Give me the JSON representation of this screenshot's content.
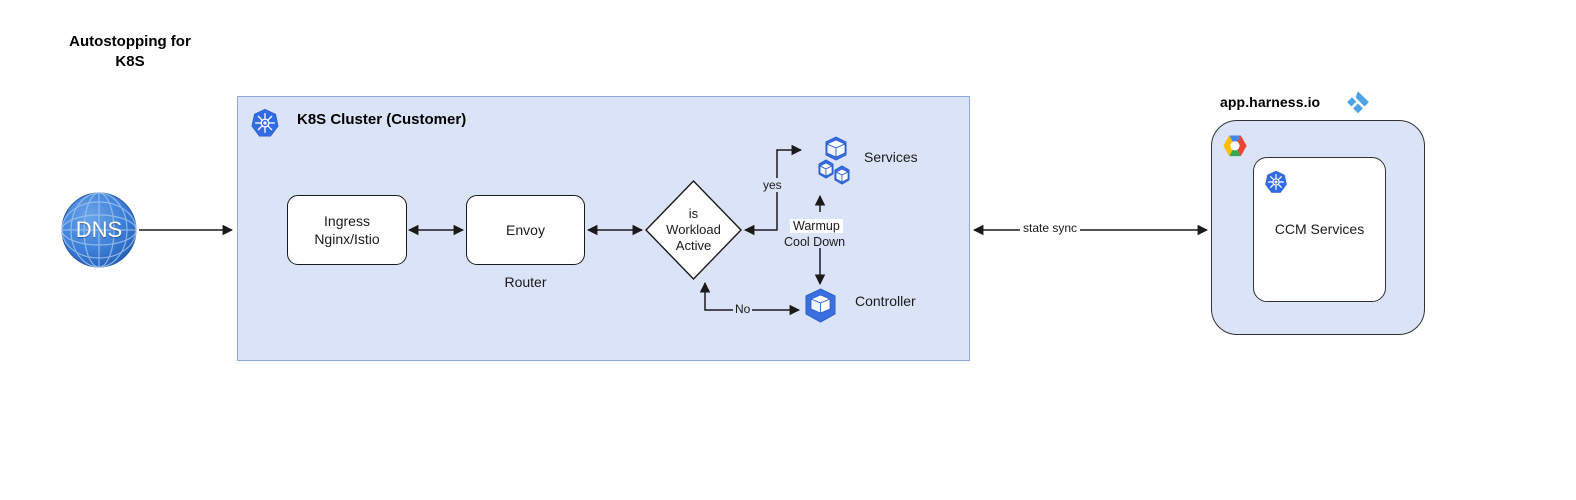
{
  "title": "Autostopping for\nK8S",
  "cluster": {
    "label": "K8S Cluster (Customer)",
    "icon": "kubernetes-icon",
    "nodes": {
      "ingress": "Ingress\nNginx/Istio",
      "envoy": "Envoy",
      "router_caption": "Router",
      "decision": "is\nWorkload\nActive",
      "services": "Services",
      "controller": "Controller"
    },
    "edge_labels": {
      "yes": "yes",
      "no": "No",
      "warmup": "Warmup",
      "cooldown": "Cool Down"
    }
  },
  "dns": {
    "label": "DNS",
    "icon": "globe-icon"
  },
  "harness": {
    "label": "app.harness.io",
    "logo": "harness-diamond-logo",
    "cloud_icon": "gcp-hexagon-icon",
    "inner": {
      "icon": "kubernetes-icon",
      "label": "CCM Services"
    }
  },
  "links": {
    "state_sync": "state sync"
  },
  "colors": {
    "cluster_fill": "#dae3f7",
    "cluster_stroke": "#8fa8d8",
    "box_fill": "#ffffff",
    "box_stroke": "#1a1a1a",
    "k8s_blue": "#326ce5",
    "pod_blue": "#3a6fe0",
    "harness_blue": "#4da2e8",
    "dns_blue": "#3b7bd4",
    "text": "#1a1a1a"
  }
}
